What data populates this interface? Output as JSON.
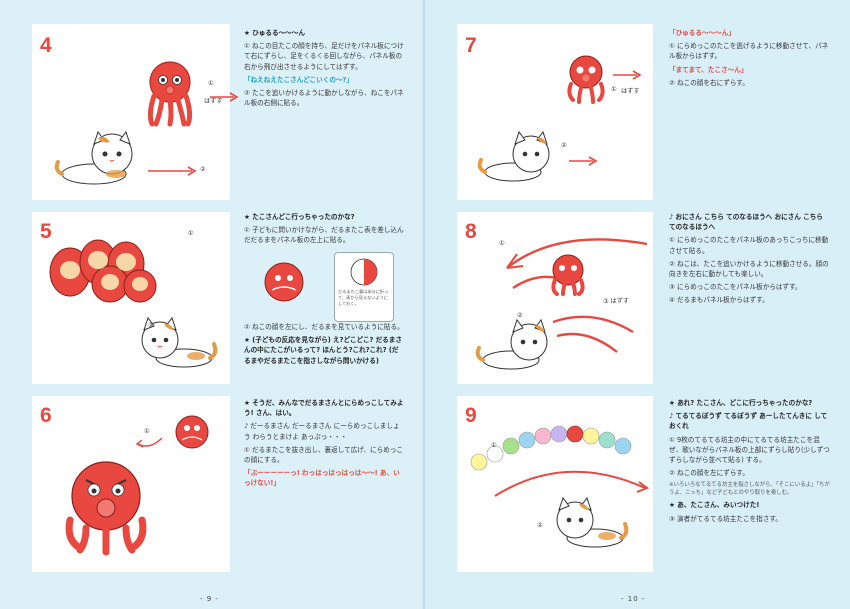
{
  "left": {
    "page_number": "- 9 -",
    "steps": [
      {
        "number": "4",
        "heading": "★ ひゅるる〜〜〜ん",
        "items": [
          "① ねこの目たこの顔を持ち、足だけをパネル板につけて右にずらし、足をくるくる回しながら、パネル板の右から飛び出させるようにしてはずす。",
          "「ねえねえたこさんどこいくの〜?」",
          "② たこを追いかけるように動かしながら、ねこをパネル板の右側に貼る。"
        ],
        "labels": [
          "①",
          "はずす",
          "②"
        ]
      },
      {
        "number": "5",
        "heading": "★ たこさんどこ行っちゃったのかな?",
        "items": [
          "① 子どもに問いかけながら、だるまたこ表を差し込んだだるまをパネル板の左上に貼る。",
          "② ねこの顔を左にし、だるまを見ているように貼る。",
          "★ (子どもの反応を見ながら) え?どこどこ? だるまさんの中にたこがいるって? ほんとう?これ?これ? (だるまやだるまたこを指さしながら問いかける)"
        ],
        "callout": "だるまたこ裏は半分に折って、表から見えないようにしておく。",
        "labels": [
          "①",
          "②"
        ]
      },
      {
        "number": "6",
        "heading": "★ そうだ、みんなでだるまさんとにらめっこしてみよう! さん、はい。",
        "items": [
          "♪ だーるまさん だーるまさん にーらめっこしましょう わらうとまけよ あっぷっ・・・",
          "① だるまたこを抜き出し、裏返して広げ、にらめっこの顔にする。",
          "「ぶーーーーーっ! わっはっはっはっは〜〜! あ、いっけない!」"
        ],
        "labels": [
          "①"
        ]
      }
    ]
  },
  "right": {
    "page_number": "- 10 -",
    "steps": [
      {
        "number": "7",
        "heading": "",
        "items": [
          "「ひゅるる〜〜〜ん」",
          "① にらめっこのたこを逃げるように移動させて、パネル板からはずす。",
          "「まてまて、たこさ〜ん」",
          "② ねこの顔を右にずらす。"
        ],
        "labels": [
          "①",
          "はずす",
          "②"
        ]
      },
      {
        "number": "8",
        "heading": "♪ おにさん こちら てのなるほうへ おにさん こちら てのなるほうへ",
        "items": [
          "① にらめっこのたこをパネル板のあっちこっちに移動させて貼る。",
          "② ねこは、たこを追いかけるように移動させる。顔の向きを左右に動かしても楽しい。",
          "③ にらめっこのたこをパネル板からはずす。",
          "④ だるまもパネル板からはずす。"
        ],
        "labels": [
          "①",
          "②",
          "③ はずす"
        ]
      },
      {
        "number": "9",
        "heading": "★ あれ? たこさん、どこに行っちゃったのかな?",
        "items": [
          "♪ てるてるぼうず てるぼうず あーしたてんきに しておくれ",
          "① 9枚のてるてる坊主の中にてるてる坊主たこを混ぜ、歌いながらパネル板の上部にずらし貼り(少しずつずらしながら並べて貼る) する。",
          "② ねこの顔を左にずらす。",
          "※いろいろなてるてる坊主を指さしながら、「そこにいるよ」「ちがうよ、こっち」など子どもとのやり取りを楽しむ。",
          "★ あ、たこさん、みいつけた!",
          "③ 演者がてるてる坊主たこを指さす。"
        ],
        "labels": [
          "①",
          "②"
        ]
      }
    ]
  },
  "colors": {
    "accent": "#e8483f",
    "quote": "#1aa3c7",
    "panel": "#ffffff",
    "bg": "#dcf0f8"
  },
  "illustrations": [
    "octopus",
    "cat",
    "daruma",
    "teru-teru-bozu"
  ]
}
